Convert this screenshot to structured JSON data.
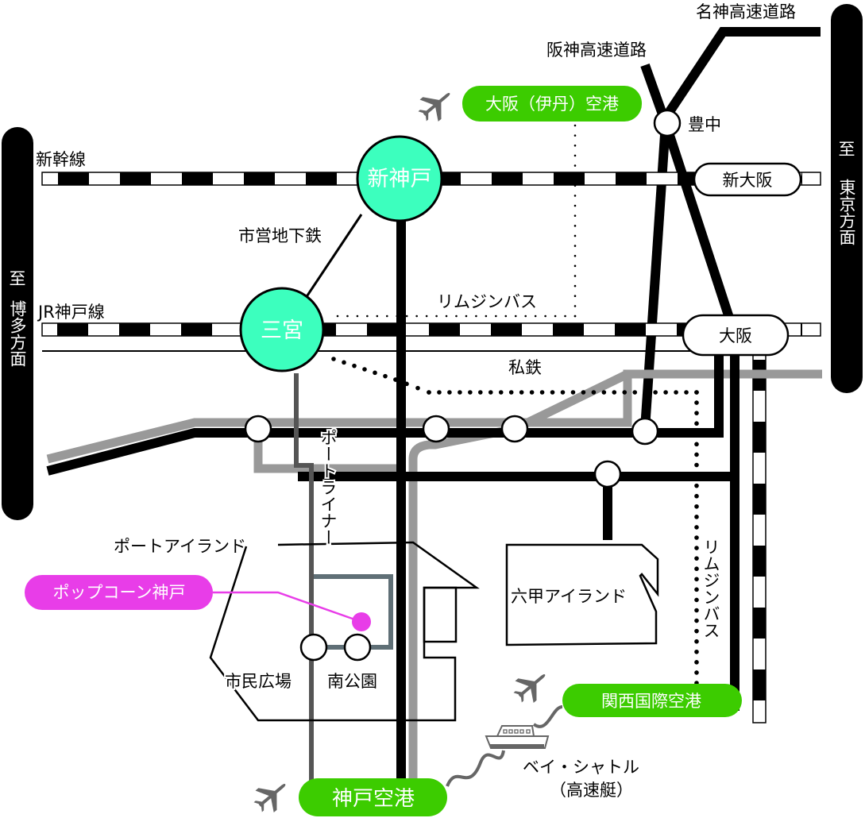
{
  "colors": {
    "station_fill": "#3cffbe",
    "airport_pill": "#3ccc00",
    "highlight_pill": "#e83de8",
    "private_rail_gray": "#999999",
    "port_liner": "#555555",
    "port_liner_loop": "#5f6f76",
    "icon_gray": "#666666"
  },
  "direction_markers": {
    "west": {
      "prefix": "至",
      "destination": "博多方面"
    },
    "east": {
      "prefix": "至",
      "destination": "東京方面"
    }
  },
  "lines": {
    "shinkansen": "新幹線",
    "jr_kobe": "JR神戸線",
    "private_rail": "私鉄",
    "subway": "市営地下鉄",
    "port_liner": "ポートライナー",
    "limousine_bus_horizontal": "リムジンバス",
    "limousine_bus_vertical": "リムジンバス",
    "hanshin_expressway": "阪神高速道路",
    "meishin_expressway": "名神高速道路",
    "bay_shuttle": "ベイ・シャトル",
    "bay_shuttle_sub": "（高速艇）"
  },
  "stations": {
    "shin_kobe": "新神戸",
    "sannomiya": "三宮",
    "shin_osaka": "新大阪",
    "osaka": "大阪",
    "toyonaka": "豊中",
    "shimin_hiroba": "市民広場",
    "minami_koen": "南公園"
  },
  "areas": {
    "port_island": "ポートアイランド",
    "rokko_island": "六甲アイランド"
  },
  "airports": {
    "itami": "大阪（伊丹）空港",
    "kansai": "関西国際空港",
    "kobe": "神戸空港"
  },
  "highlight": {
    "label": "ポップコーン神戸"
  },
  "icons": [
    "airplane-icon",
    "ship-icon"
  ]
}
